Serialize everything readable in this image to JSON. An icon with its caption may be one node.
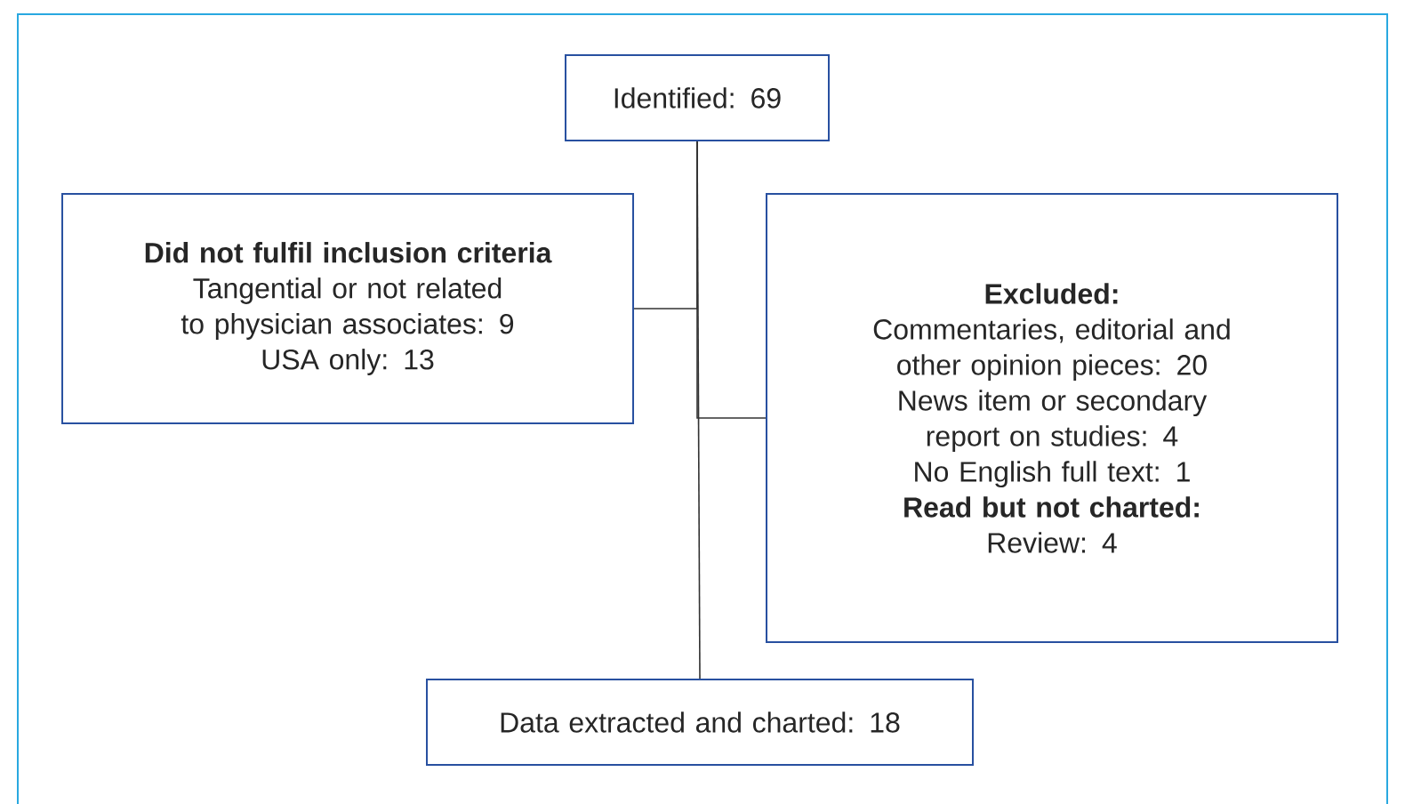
{
  "diagram": {
    "nodes": [
      {
        "text": [
          "Identified: 69"
        ]
      },
      {
        "text": [
          "Did not fulfil inclusion criteria",
          "Tangential or not related to physician associates: 9",
          "USA only: 13"
        ]
      },
      {
        "text": [
          "Excluded:",
          "Commentaries, editorial and other opinion pieces: 20",
          "News item or secondary report on studies: 4",
          "No English full text: 1",
          "Read but not charted:",
          "Review: 4"
        ]
      },
      {
        "text": [
          "Data extracted and charted: 18"
        ]
      }
    ],
    "edges": [
      {
        "from": 0,
        "to": 1,
        "arrow": "none"
      },
      {
        "from": 0,
        "to": 2,
        "arrow": "none"
      },
      {
        "from": 0,
        "to": 3,
        "arrow": "none"
      }
    ]
  }
}
